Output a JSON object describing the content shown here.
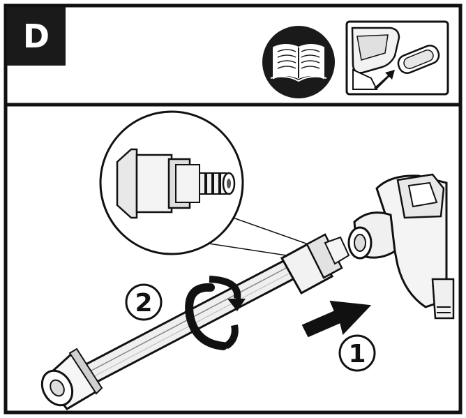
{
  "panel": {
    "step_letter": "D",
    "step_number_1": "1",
    "step_number_2": "2"
  },
  "icons": {
    "manual": "open-book-icon",
    "accessory": "accessory-storage-icon",
    "twist": "rotate-arrow-icon",
    "push": "push-arrow-icon"
  },
  "colors": {
    "ink": "#111111",
    "paper": "#ffffff",
    "shade": "#d9d9d9"
  }
}
